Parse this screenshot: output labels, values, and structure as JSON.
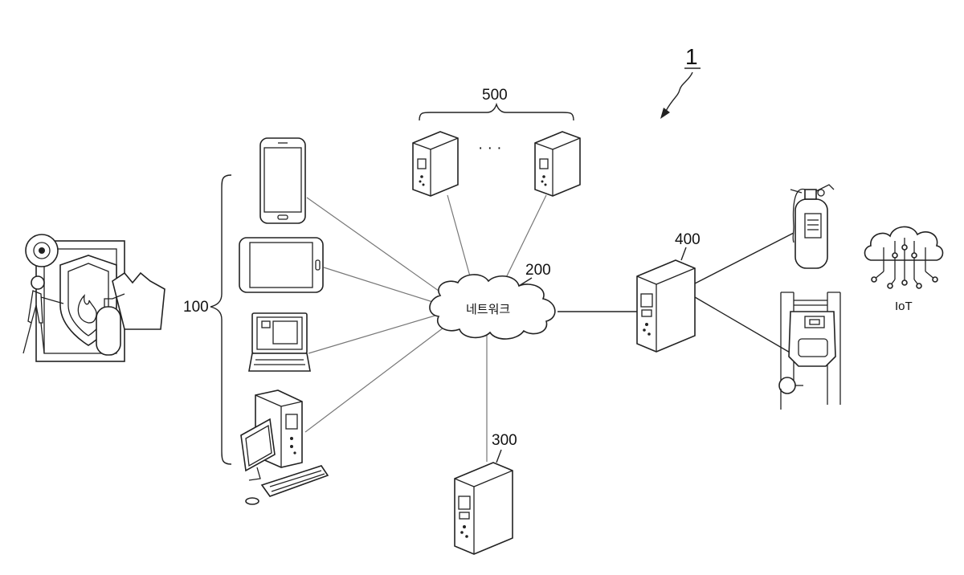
{
  "figure_ref": "1",
  "labels": {
    "terminals": "100",
    "network_ref": "200",
    "network_name": "네트워크",
    "server_300": "300",
    "server_400": "400",
    "servers_500": "500",
    "ellipsis": "· · ·",
    "iot": "IoT"
  },
  "icons": [
    "fire-safety-illustration-icon",
    "smartphone-icon",
    "tablet-icon",
    "laptop-icon",
    "desktop-pc-icon",
    "server-icon",
    "fire-extinguisher-icon",
    "meter-icon",
    "iot-cloud-icon"
  ]
}
